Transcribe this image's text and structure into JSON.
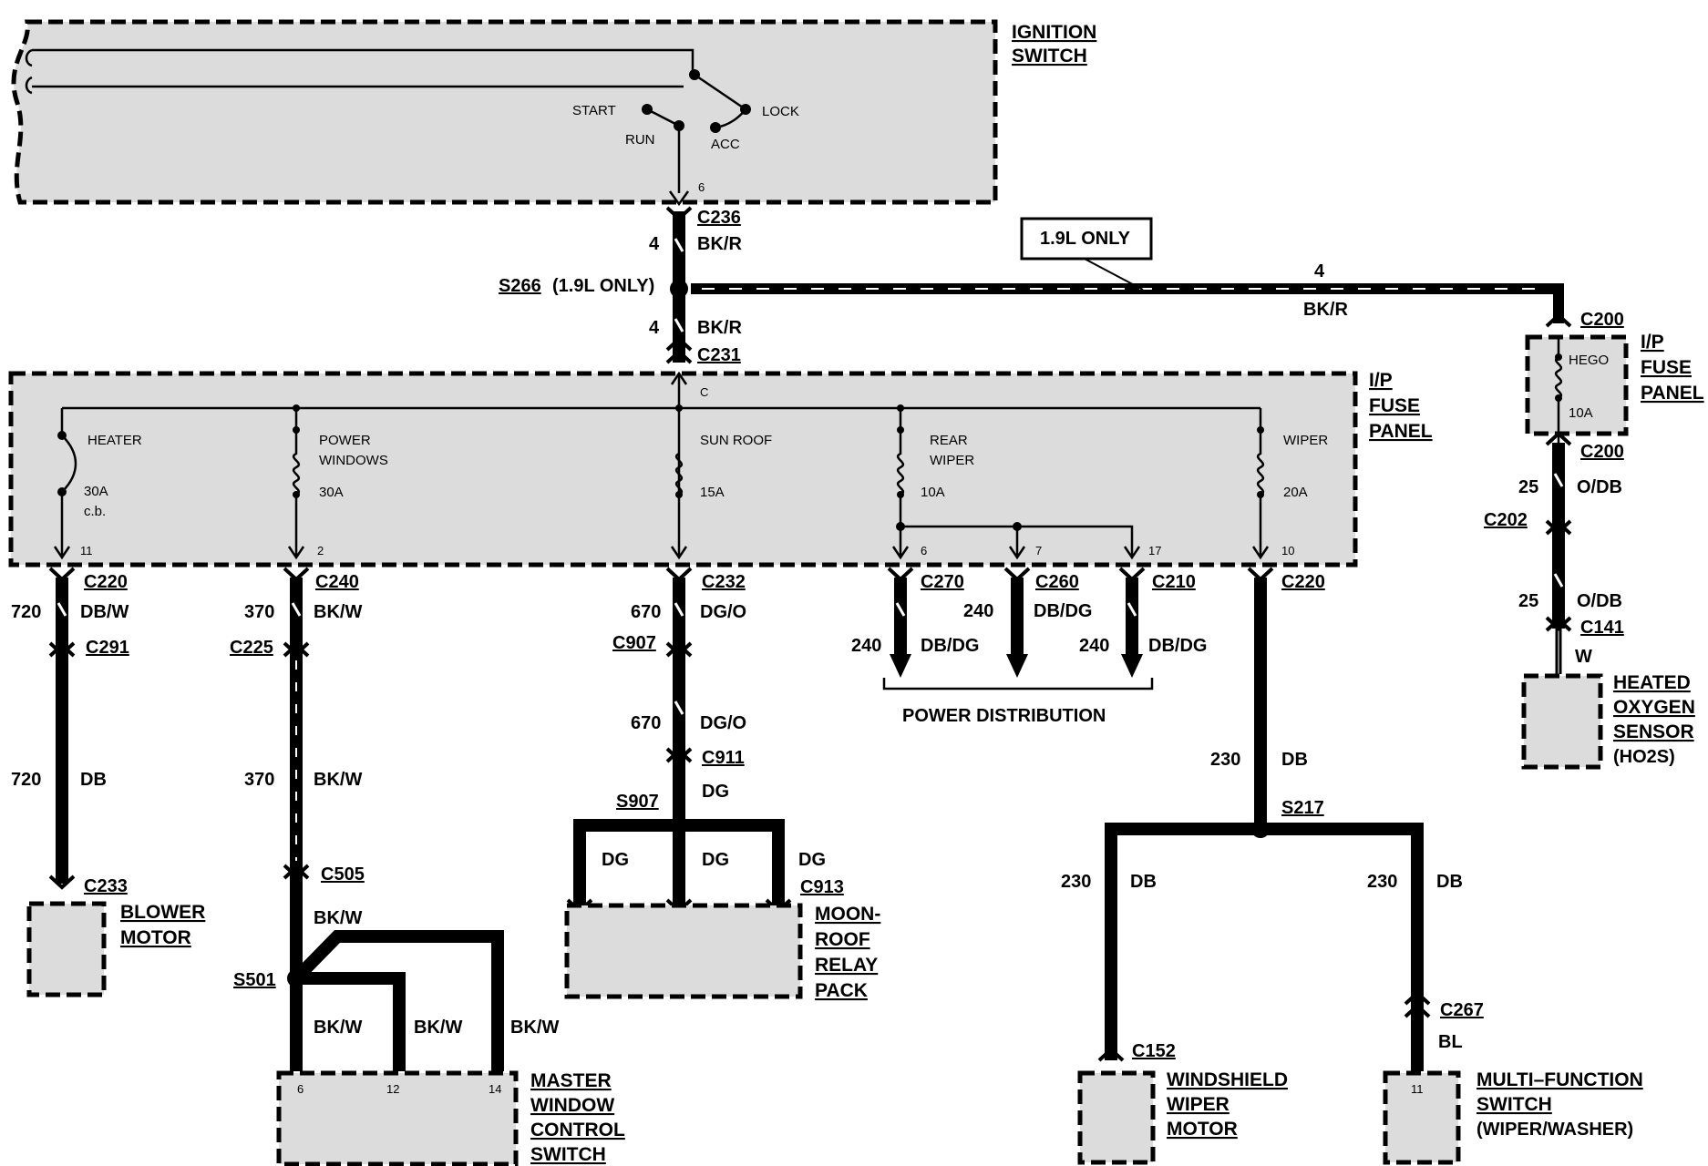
{
  "components": {
    "ignition_switch": [
      "IGNITION",
      "SWITCH"
    ],
    "ip_fuse_panel": [
      "I/P",
      "FUSE",
      "PANEL"
    ],
    "ip_fuse_panel_hego": [
      "I/P",
      "FUSE",
      "PANEL"
    ],
    "blower_motor": [
      "BLOWER",
      "MOTOR"
    ],
    "master_window_control_switch": [
      "MASTER",
      "WINDOW",
      "CONTROL",
      "SWITCH"
    ],
    "moon_roof_relay_pack": [
      "MOON-",
      "ROOF",
      "RELAY",
      "PACK"
    ],
    "windshield_wiper_motor": [
      "WINDSHIELD",
      "WIPER",
      "MOTOR"
    ],
    "multi_function_switch": [
      "MULTI–FUNCTION",
      "SWITCH",
      "(WIPER/WASHER)"
    ],
    "heated_oxygen_sensor": [
      "HEATED",
      "OXYGEN",
      "SENSOR",
      "(HO2S)"
    ]
  },
  "switch_positions": {
    "start": "START",
    "run": "RUN",
    "acc": "ACC",
    "lock": "LOCK",
    "out_pin": "6"
  },
  "fuses": {
    "heater": {
      "name": "HEATER",
      "rating": "30A",
      "type": "c.b.",
      "pin": "11"
    },
    "power_windows": {
      "name": [
        "POWER",
        "WINDOWS"
      ],
      "rating": "30A",
      "pin": "2"
    },
    "sun_roof": {
      "name": "SUN ROOF",
      "rating": "15A",
      "bus_pin": "C"
    },
    "rear_wiper": {
      "name": [
        "REAR",
        "WIPER"
      ],
      "rating": "10A",
      "pins": [
        "6",
        "7",
        "17"
      ]
    },
    "wiper": {
      "name": "WIPER",
      "rating": "20A",
      "pin": "10"
    },
    "hego": {
      "name": "HEGO",
      "rating": "10A"
    }
  },
  "connectors": {
    "c236": "C236",
    "c231": "C231",
    "c200_top": "C200",
    "c200_bottom": "C200",
    "c202": "C202",
    "c141": "C141",
    "c220_left": "C220",
    "c240": "C240",
    "c232": "C232",
    "c270": "C270",
    "c260": "C260",
    "c210": "C210",
    "c220_right": "C220",
    "c291": "C291",
    "c225": "C225",
    "c907": "C907",
    "c911": "C911",
    "c913": "C913",
    "c233": "C233",
    "c505": "C505",
    "c152": "C152",
    "c267": "C267"
  },
  "splices": {
    "s266": "S266",
    "s266_note": "(1.9L ONLY)",
    "s907": "S907",
    "s501": "S501",
    "s217": "S217"
  },
  "callout_19l": "1.9L ONLY",
  "power_distribution": "POWER DISTRIBUTION",
  "wires": {
    "ign_top": {
      "circuit": "4",
      "color": "BK/R"
    },
    "ign_mid": {
      "circuit": "4",
      "color": "BK/R"
    },
    "hego_feed": {
      "circuit": "4",
      "color": "BK/R"
    },
    "hego_1": {
      "circuit": "25",
      "color": "O/DB"
    },
    "hego_2": {
      "circuit": "25",
      "color": "O/DB"
    },
    "hego_3": {
      "color": "W"
    },
    "heater_1": {
      "circuit": "720",
      "color": "DB/W"
    },
    "heater_2": {
      "circuit": "720",
      "color": "DB"
    },
    "pw_1": {
      "circuit": "370",
      "color": "BK/W"
    },
    "pw_2": {
      "circuit": "370",
      "color": "BK/W"
    },
    "pw_3": {
      "color": "BK/W"
    },
    "pw_b1": {
      "color": "BK/W"
    },
    "pw_b2": {
      "color": "BK/W"
    },
    "pw_b3": {
      "color": "BK/W"
    },
    "sr_1": {
      "circuit": "670",
      "color": "DG/O"
    },
    "sr_2": {
      "circuit": "670",
      "color": "DG/O"
    },
    "sr_3": {
      "color": "DG"
    },
    "sr_b1": {
      "color": "DG"
    },
    "sr_b2": {
      "color": "DG"
    },
    "sr_b3": {
      "color": "DG"
    },
    "pd_1": {
      "circuit": "240",
      "color": "DB/DG"
    },
    "pd_2": {
      "circuit": "240",
      "color": "DB/DG"
    },
    "pd_3": {
      "circuit": "240",
      "color": "DB/DG"
    },
    "wp_1": {
      "circuit": "230",
      "color": "DB"
    },
    "wp_l": {
      "circuit": "230",
      "color": "DB"
    },
    "wp_r": {
      "circuit": "230",
      "color": "DB"
    },
    "wp_bl": {
      "color": "BL"
    }
  },
  "mws_pins": [
    "6",
    "12",
    "14"
  ],
  "mfs_pin": "11"
}
